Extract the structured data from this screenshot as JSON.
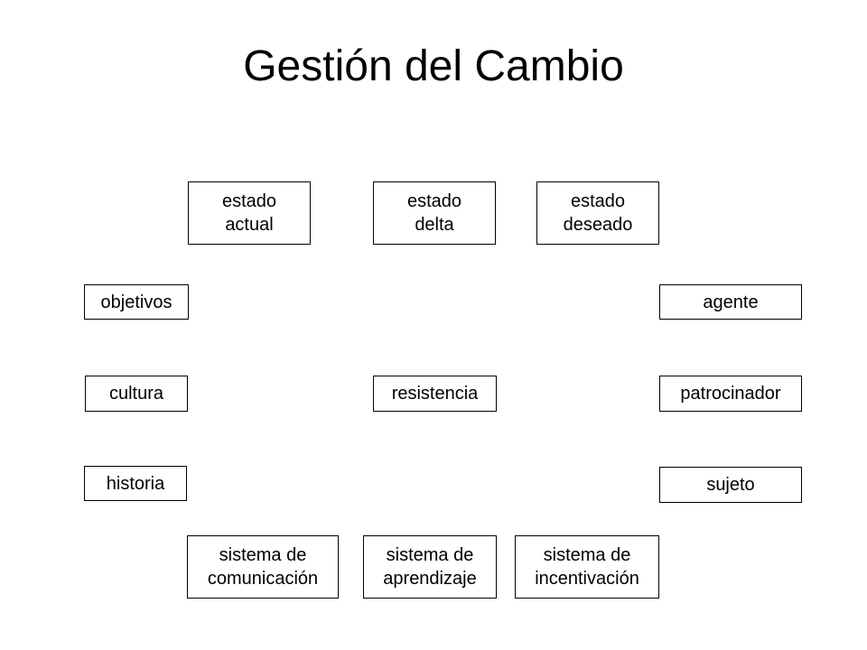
{
  "title": "Gestión del Cambio",
  "boxes": {
    "estado_actual": "estado\nactual",
    "estado_delta": "estado\ndelta",
    "estado_deseado": "estado\ndeseado",
    "objetivos": "objetivos",
    "agente": "agente",
    "cultura": "cultura",
    "resistencia": "resistencia",
    "patrocinador": "patrocinador",
    "historia": "historia",
    "sujeto": "sujeto",
    "sistema_comunicacion": "sistema de\ncomunicación",
    "sistema_aprendizaje": "sistema de\naprendizaje",
    "sistema_incentivacion": "sistema de\nincentivación"
  }
}
